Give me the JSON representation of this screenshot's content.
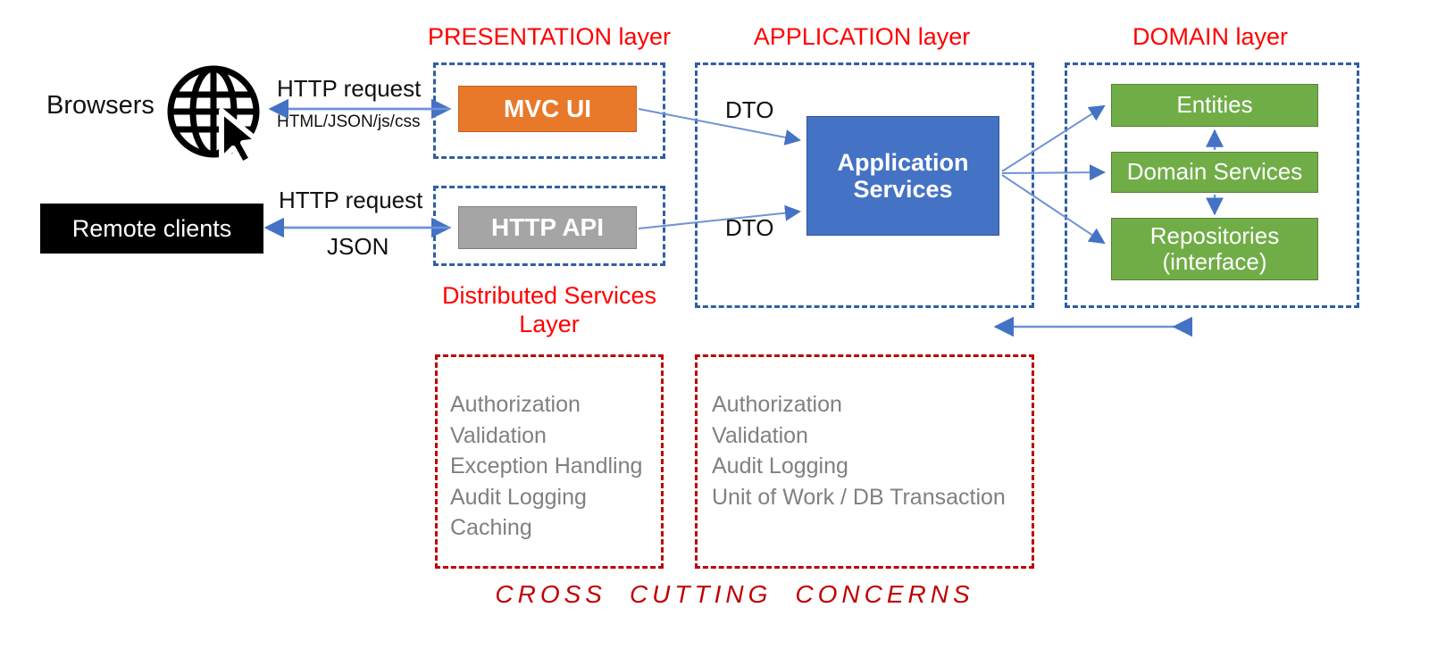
{
  "layers": {
    "presentation": {
      "title": "PRESENTATION layer"
    },
    "application": {
      "title": "APPLICATION layer"
    },
    "domain": {
      "title": "DOMAIN layer"
    },
    "distributed": {
      "title": "Distributed Services Layer"
    }
  },
  "actors": {
    "browsers": {
      "label": "Browsers",
      "icon": "globe-cursor-icon"
    },
    "remote_clients": {
      "label": "Remote clients"
    }
  },
  "nodes": {
    "mvc_ui": {
      "label": "MVC UI",
      "color": "#E8792B"
    },
    "http_api": {
      "label": "HTTP API",
      "color": "#A5A5A5"
    },
    "application_services": {
      "label": "Application Services",
      "line1": "Application",
      "line2": "Services",
      "color": "#4472C4"
    },
    "entities": {
      "label": "Entities",
      "color": "#70AD47"
    },
    "domain_services": {
      "label": "Domain Services",
      "color": "#70AD47"
    },
    "repositories": {
      "label": "Repositories (interface)",
      "line1": "Repositories",
      "line2": "(interface)",
      "color": "#70AD47"
    }
  },
  "connectors": {
    "browser_request": "HTTP request",
    "browser_response": "HTML/JSON/js/css",
    "remote_request": "HTTP request",
    "remote_response": "JSON",
    "dto_top": "DTO",
    "dto_bottom": "DTO",
    "arrow_color": "#4472C4"
  },
  "cross_cutting": {
    "footer": "CROSS CUTTING CONCERNS",
    "footer_words": [
      "CROSS",
      "CUTTING",
      "CONCERNS"
    ],
    "presentation_concerns": [
      "Authorization",
      "Validation",
      "Exception Handling",
      "Audit Logging",
      "Caching"
    ],
    "application_concerns": [
      "Authorization",
      "Validation",
      "Audit Logging",
      "Unit of Work / DB Transaction"
    ]
  },
  "colors": {
    "layer_title": "#FF0000",
    "dashed_blue": "#2E5FA3",
    "dashed_red": "#C00000"
  }
}
